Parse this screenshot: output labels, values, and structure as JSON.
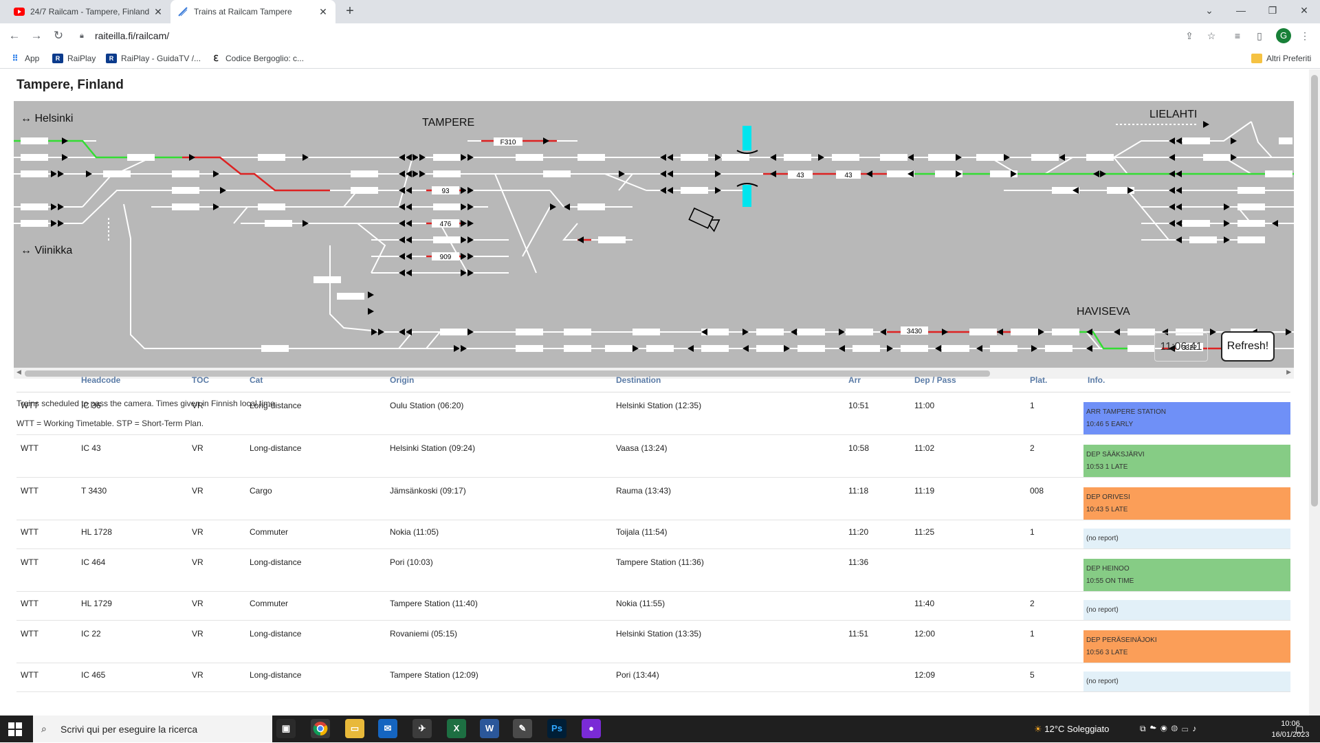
{
  "browser": {
    "tabs": [
      {
        "label": "24/7 Railcam - Tampere, Finland",
        "icon": "youtube-icon"
      },
      {
        "label": "Trains at Railcam Tampere",
        "icon": "rail-icon"
      }
    ],
    "url": "raiteilla.fi/railcam/",
    "bookmarks": [
      "App",
      "RaiPlay",
      "RaiPlay - GuidaTV /...",
      "Codice Bergoglio: c..."
    ],
    "other_bookmarks": "Altri Preferiti",
    "profile_initial": "G"
  },
  "page": {
    "title": "Tampere, Finland",
    "note1": "Trains scheduled to pass the camera. Times given in Finnish local time.",
    "note2": "WTT = Working Timetable. STP = Short-Term Plan.",
    "clock": "11:06:41",
    "refresh_label": "Refresh!"
  },
  "map": {
    "labels": {
      "helsinki": "↔ Helsinki",
      "viinikka": "↔ Viinikka",
      "tampere": "TAMPERE",
      "lielahti": "LIELAHTI",
      "haviseva": "HAVISEVA"
    },
    "train_tags": [
      "F310",
      "93",
      "476",
      "909",
      "43",
      "43",
      "3430",
      "3322"
    ],
    "colors": {
      "background": "#b8b8b8",
      "track": "#ffffff",
      "route": "#33dd33",
      "occupied": "#dd2222",
      "camera": "#00e5ee"
    }
  },
  "table": {
    "headers": [
      "",
      "Headcode",
      "TOC",
      "Cat",
      "Origin",
      "Destination",
      "Arr",
      "Dep / Pass",
      "Plat.",
      "Info."
    ],
    "rows": [
      {
        "src": "WTT",
        "headcode": "IC 36",
        "toc": "VR",
        "cat": "Long-distance",
        "origin": "Oulu Station (06:20)",
        "dest": "Helsinki Station (12:35)",
        "arr": "10:51",
        "dep": "11:00",
        "plat": "1",
        "info1": "ARR TAMPERE STATION",
        "info2": "10:46 5 EARLY",
        "color": "blue"
      },
      {
        "src": "WTT",
        "headcode": "IC 43",
        "toc": "VR",
        "cat": "Long-distance",
        "origin": "Helsinki Station (09:24)",
        "dest": "Vaasa (13:24)",
        "arr": "10:58",
        "dep": "11:02",
        "plat": "2",
        "info1": "DEP SÄÄKSJÄRVI",
        "info2": "10:53 1 LATE",
        "color": "green"
      },
      {
        "src": "WTT",
        "headcode": "T 3430",
        "toc": "VR",
        "cat": "Cargo",
        "origin": "Jämsänkoski (09:17)",
        "dest": "Rauma (13:43)",
        "arr": "11:18",
        "dep": "11:19",
        "plat": "008",
        "info1": "DEP ORIVESI",
        "info2": "10:43 5 LATE",
        "color": "orange"
      },
      {
        "src": "WTT",
        "headcode": "HL 1728",
        "toc": "VR",
        "cat": "Commuter",
        "origin": "Nokia (11:05)",
        "dest": "Toijala (11:54)",
        "arr": "11:20",
        "dep": "11:25",
        "plat": "1",
        "info1": "(no report)",
        "info2": "",
        "color": "pale"
      },
      {
        "src": "WTT",
        "headcode": "IC 464",
        "toc": "VR",
        "cat": "Long-distance",
        "origin": "Pori (10:03)",
        "dest": "Tampere Station (11:36)",
        "arr": "11:36",
        "dep": "",
        "plat": "",
        "info1": "DEP HEINOO",
        "info2": "10:55 ON TIME",
        "color": "green"
      },
      {
        "src": "WTT",
        "headcode": "HL 1729",
        "toc": "VR",
        "cat": "Commuter",
        "origin": "Tampere Station (11:40)",
        "dest": "Nokia (11:55)",
        "arr": "",
        "dep": "11:40",
        "plat": "2",
        "info1": "(no report)",
        "info2": "",
        "color": "pale"
      },
      {
        "src": "WTT",
        "headcode": "IC 22",
        "toc": "VR",
        "cat": "Long-distance",
        "origin": "Rovaniemi (05:15)",
        "dest": "Helsinki Station (13:35)",
        "arr": "11:51",
        "dep": "12:00",
        "plat": "1",
        "info1": "DEP PERÄSEINÄJOKI",
        "info2": "10:56 3 LATE",
        "color": "orange"
      },
      {
        "src": "WTT",
        "headcode": "IC 465",
        "toc": "VR",
        "cat": "Long-distance",
        "origin": "Tampere Station (12:09)",
        "dest": "Pori (13:44)",
        "arr": "",
        "dep": "12:09",
        "plat": "5",
        "info1": "(no report)",
        "info2": "",
        "color": "pale"
      }
    ]
  },
  "taskbar": {
    "search_placeholder": "Scrivi qui per eseguire la ricerca",
    "weather": "12°C  Soleggiato",
    "time": "10:06",
    "date": "16/01/2023"
  }
}
